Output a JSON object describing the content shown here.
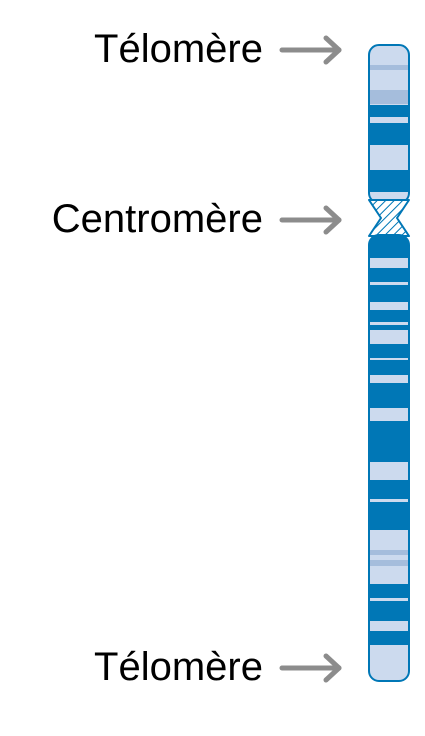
{
  "labels": {
    "telomere_top": "Télomère",
    "centromere": "Centromère",
    "telomere_bottom": "Télomère"
  },
  "colors": {
    "dark_band": "#0077B6",
    "light_band": "#CCDAEE",
    "medium_band": "#A5BDDC",
    "outline": "#0077B6",
    "arrow": "#8C8C8C",
    "text": "#000000"
  },
  "icons": {
    "pointer": "arrow-right-icon"
  }
}
